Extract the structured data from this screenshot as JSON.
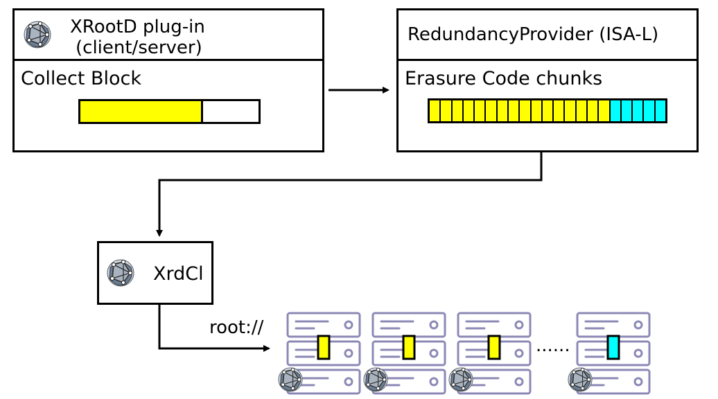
{
  "plugin_box": {
    "title_line1": "XRootD plug-in",
    "title_line2": "(client/server)",
    "section_label": "Collect Block",
    "block_fill_fraction": 0.69
  },
  "redundancy_box": {
    "title": "RedundancyProvider (ISA-L)",
    "section_label": "Erasure Code chunks",
    "data_chunks": 16,
    "parity_chunks": 5
  },
  "client_box": {
    "label": "XrdCl"
  },
  "transfer": {
    "protocol_label": "root://",
    "ellipsis": "......"
  },
  "servers": [
    {
      "chunk": "data"
    },
    {
      "chunk": "data"
    },
    {
      "chunk": "data"
    },
    {
      "chunk": "parity"
    }
  ],
  "colors": {
    "data_chunk": "#ffff00",
    "parity_chunk": "#00ffff",
    "server_stroke": "#8b88b5",
    "line": "#000000"
  },
  "icons": {
    "xrootd_logo": "xrootd-logo-icon",
    "server": "server-rack-icon"
  }
}
